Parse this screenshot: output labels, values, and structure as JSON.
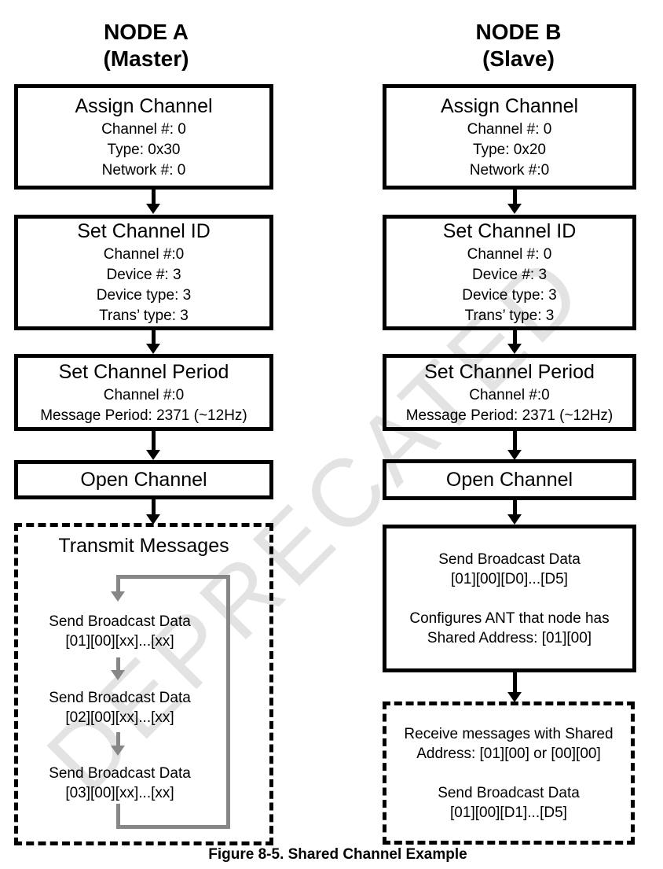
{
  "watermark": "DEPRECATED",
  "caption": "Figure 8-5. Shared Channel Example",
  "colors": {
    "line_black": "#000000",
    "loop_gray": "#878787",
    "watermark_gray": "#e3e3e3",
    "background": "#ffffff"
  },
  "node_a": {
    "title": "NODE A",
    "subtitle": "(Master)",
    "assign_channel": {
      "heading": "Assign Channel",
      "lines": [
        "Channel #: 0",
        "Type: 0x30",
        "Network #: 0"
      ]
    },
    "set_channel_id": {
      "heading": "Set Channel ID",
      "lines": [
        "Channel #:0",
        "Device #: 3",
        "Device type: 3",
        "Trans’ type: 3"
      ]
    },
    "set_channel_period": {
      "heading": "Set Channel Period",
      "lines": [
        "Channel #:0",
        "Message Period: 2371 (~12Hz)"
      ]
    },
    "open_channel": "Open Channel",
    "transmit": {
      "heading": "Transmit Messages",
      "steps": [
        {
          "l1": "Send Broadcast Data",
          "l2": "[01][00][xx]...[xx]"
        },
        {
          "l1": "Send Broadcast Data",
          "l2": "[02][00][xx]...[xx]"
        },
        {
          "l1": "Send Broadcast Data",
          "l2": "[03][00][xx]...[xx]"
        }
      ]
    }
  },
  "node_b": {
    "title": "NODE B",
    "subtitle": "(Slave)",
    "assign_channel": {
      "heading": "Assign Channel",
      "lines": [
        "Channel #: 0",
        "Type: 0x20",
        "Network #:0"
      ]
    },
    "set_channel_id": {
      "heading": "Set Channel ID",
      "lines": [
        "Channel #: 0",
        "Device #: 3",
        "Device type: 3",
        "Trans’ type: 3"
      ]
    },
    "set_channel_period": {
      "heading": "Set Channel Period",
      "lines": [
        "Channel #:0",
        "Message Period: 2371 (~12Hz)"
      ]
    },
    "open_channel": "Open Channel",
    "send_broadcast": {
      "para1": [
        "Send Broadcast Data",
        "[01][00][D0]...[D5]"
      ],
      "para2": [
        "Configures ANT that node has",
        "Shared Address: [01][00]"
      ]
    },
    "receive": {
      "para1": [
        "Receive messages with Shared",
        "Address: [01][00] or [00][00]"
      ],
      "para2": [
        "Send Broadcast Data",
        "[01][00][D1]...[D5]"
      ]
    }
  }
}
